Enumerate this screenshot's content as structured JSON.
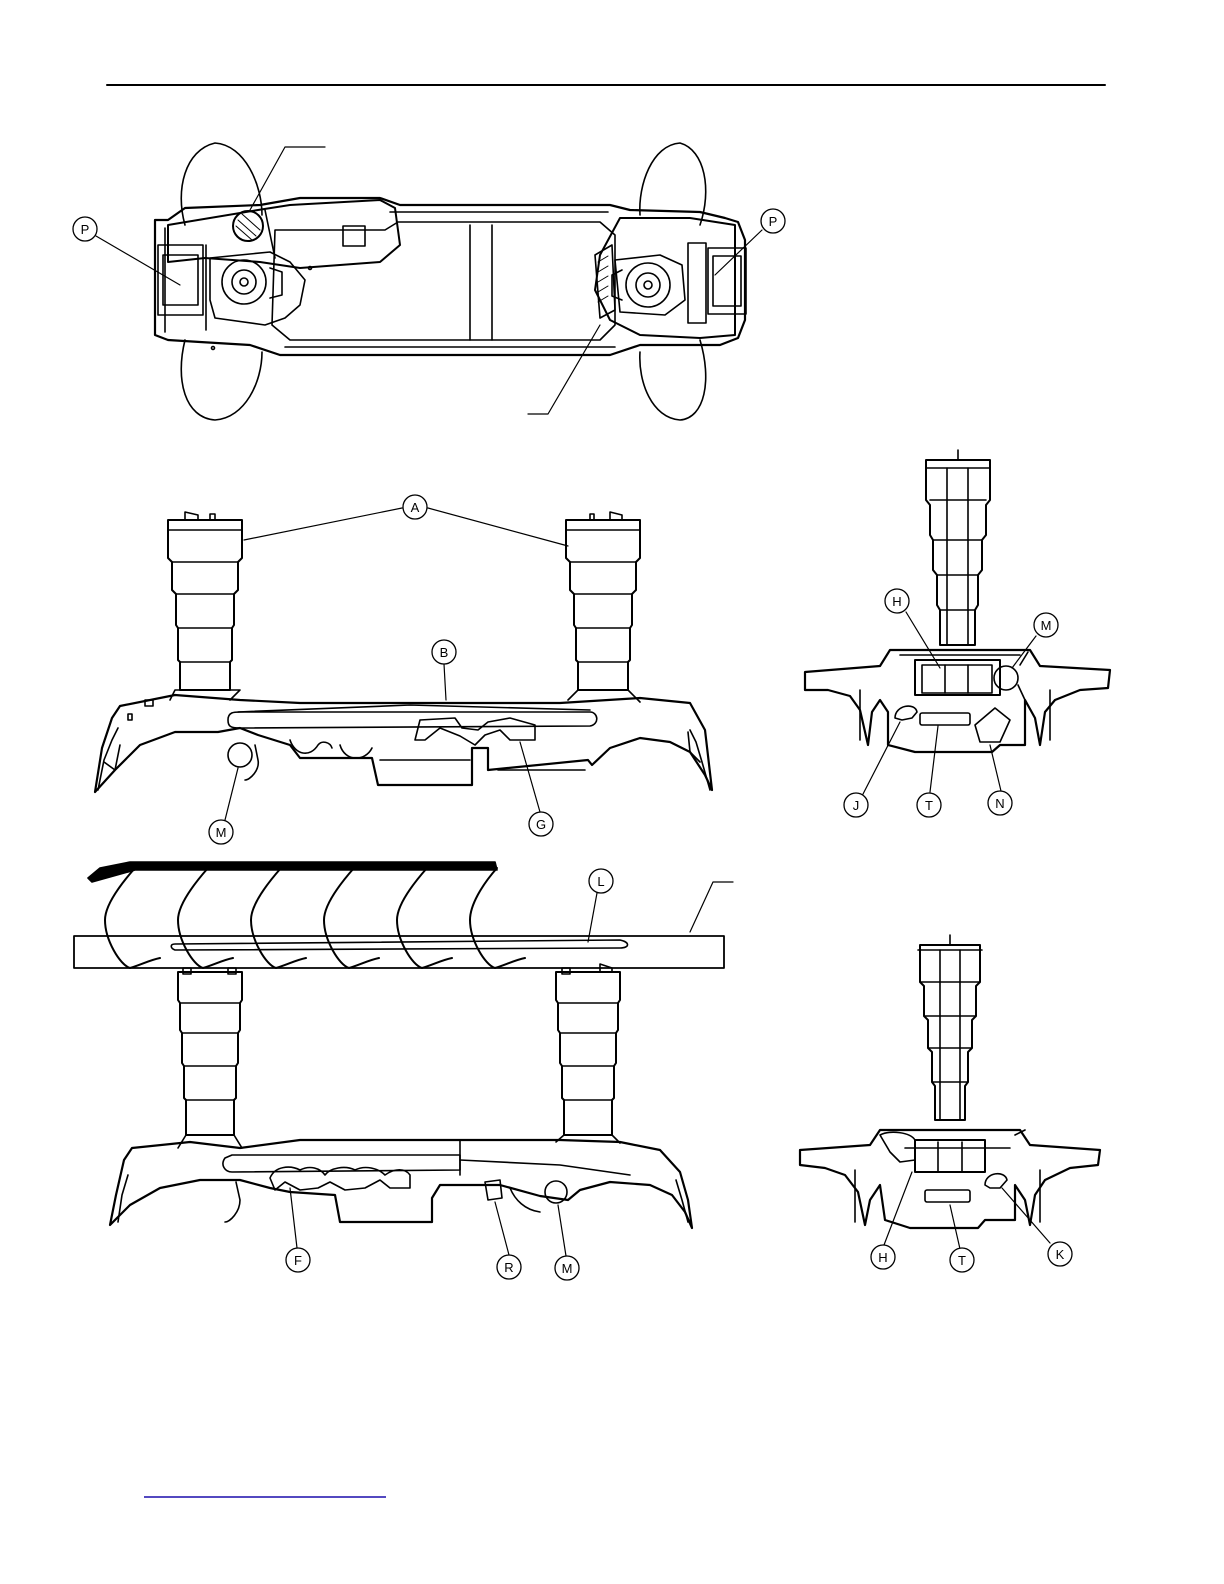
{
  "colors": {
    "line": "#000000",
    "link": "#1a0dab",
    "paper": "#ffffff"
  },
  "callouts": {
    "top_left_p": "P",
    "top_right_p": "P",
    "a": "A",
    "b": "B",
    "m_front": "M",
    "g": "G",
    "l": "L",
    "f": "F",
    "r": "R",
    "m_rear": "M",
    "h_upper": "H",
    "m_side": "M",
    "j": "J",
    "t_upper": "T",
    "n": "N",
    "h_lower": "H",
    "t_lower": "T",
    "k": "K"
  }
}
